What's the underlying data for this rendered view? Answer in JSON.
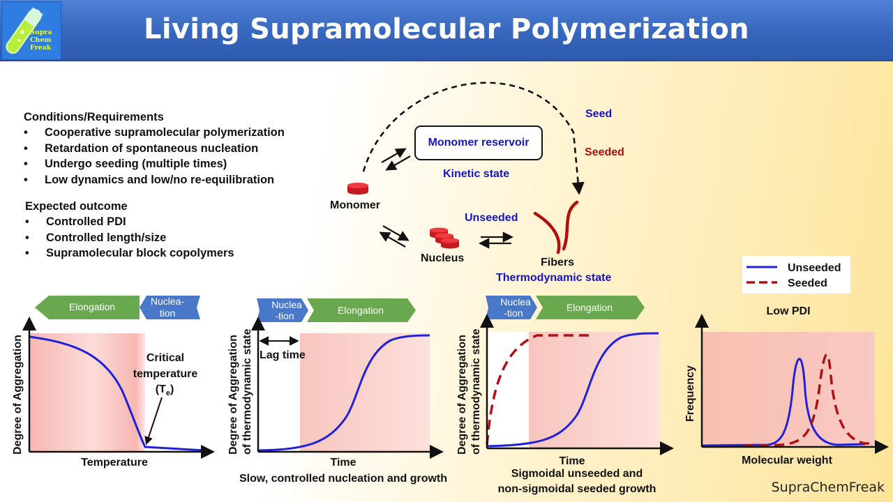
{
  "header": {
    "title": "Living Supramolecular Polymerization",
    "logo_text": [
      "Supra",
      "Chem",
      "Freak"
    ]
  },
  "conditions": {
    "heading": "Conditions/Requirements",
    "items": [
      "Cooperative supramolecular polymerization",
      "Retardation of spontaneous nucleation",
      "Undergo seeding (multiple times)",
      "Low dynamics and low/no re-equilibration"
    ]
  },
  "outcome": {
    "heading": "Expected outcome",
    "items": [
      "Controlled PDI",
      "Controlled length/size",
      "Supramolecular block copolymers"
    ]
  },
  "bullet": "•",
  "scheme": {
    "monomer_reservoir": "Monomer reservoir",
    "kinetic_state": "Kinetic state",
    "monomer": "Monomer",
    "nucleus": "Nucleus",
    "unseeded": "Unseeded",
    "fibers": "Fibers",
    "thermodynamic_state": "Thermodynamic state",
    "seed": "Seed",
    "seeded": "Seeded",
    "colors": {
      "blue": "#1515c4",
      "red": "#b01010",
      "monomer_disk": "#e8232a"
    }
  },
  "chart1": {
    "arrow_left": "Elongation",
    "arrow_right": [
      "Nuclea-",
      "tion"
    ],
    "ylabel": "Degree of Aggregation",
    "xlabel": "Temperature",
    "annotation": [
      "Critical",
      "temperature"
    ],
    "annotation_symbol": "T",
    "annotation_sub": "e",
    "annotation_open": "(",
    "annotation_close": ")"
  },
  "chart2": {
    "arrow_left": [
      "Nuclea",
      "-tion"
    ],
    "arrow_right": "Elongation",
    "ylabel": [
      "Degree of Aggregation",
      "of thermodynamic state"
    ],
    "xlabel": "Time",
    "annotation": "Lag time",
    "caption": "Slow, controlled nucleation and growth"
  },
  "chart3": {
    "arrow_left": [
      "Nuclea",
      "-tion"
    ],
    "arrow_right": "Elongation",
    "ylabel": [
      "Degree of Aggregation",
      "of thermodynamic state"
    ],
    "xlabel": "Time",
    "caption": [
      "Sigmoidal unseeded and",
      "non-sigmoidal seeded growth"
    ]
  },
  "chart4": {
    "title": "Low PDI",
    "ylabel": "Frequency",
    "xlabel": "Molecular weight",
    "legend": [
      "Unseeded",
      "Seeded"
    ]
  },
  "watermark": "SupraChemFreak"
}
